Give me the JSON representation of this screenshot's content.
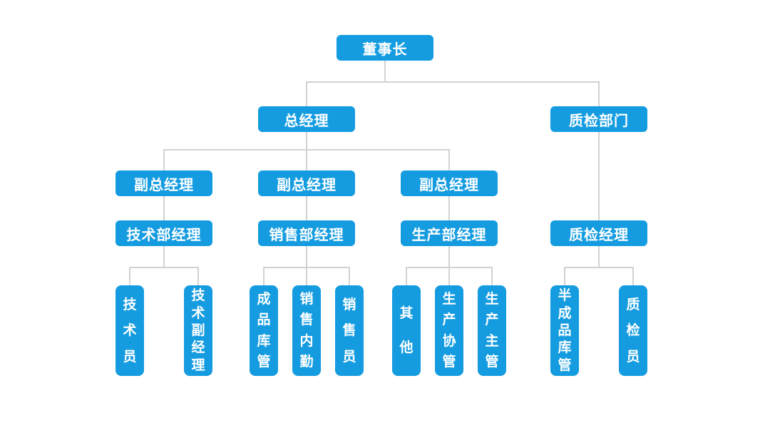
{
  "colors": {
    "node_fill": "#159CE0",
    "node_text": "#FFFFFF",
    "connector": "#D2D2D2",
    "background": "#FFFFFF"
  },
  "org_chart": {
    "type": "organization-chart",
    "nodes": {
      "chairman": {
        "label": "董事长"
      },
      "general_manager": {
        "label": "总经理"
      },
      "qc_department": {
        "label": "质检部门"
      },
      "deputy_gm_tech": {
        "label": "副总经理"
      },
      "deputy_gm_sales": {
        "label": "副总经理"
      },
      "deputy_gm_production": {
        "label": "副总经理"
      },
      "tech_dept_manager": {
        "label": "技术部经理"
      },
      "sales_dept_manager": {
        "label": "销售部经理"
      },
      "production_dept_manager": {
        "label": "生产部经理"
      },
      "qc_manager": {
        "label": "质检经理"
      },
      "technician": {
        "label": "技术员"
      },
      "tech_deputy_manager": {
        "label": "技术副经理"
      },
      "finished_goods_keeper": {
        "label": "成品库管"
      },
      "sales_office_support": {
        "label": "销售内勤"
      },
      "salesperson": {
        "label": "销售员"
      },
      "other": {
        "label": "其他"
      },
      "production_co_supervisor": {
        "label": "生产协管"
      },
      "production_supervisor": {
        "label": "生产主管"
      },
      "semi_finished_goods_keeper": {
        "label": "半成品库管"
      },
      "qc_inspector": {
        "label": "质检员"
      }
    },
    "hierarchy": {
      "chairman": [
        "general_manager",
        "qc_department"
      ],
      "general_manager": [
        "deputy_gm_tech",
        "deputy_gm_sales",
        "deputy_gm_production"
      ],
      "qc_department": [
        "qc_manager"
      ],
      "deputy_gm_tech": [
        "tech_dept_manager"
      ],
      "deputy_gm_sales": [
        "sales_dept_manager"
      ],
      "deputy_gm_production": [
        "production_dept_manager"
      ],
      "tech_dept_manager": [
        "technician",
        "tech_deputy_manager"
      ],
      "sales_dept_manager": [
        "finished_goods_keeper",
        "sales_office_support",
        "salesperson"
      ],
      "production_dept_manager": [
        "other",
        "production_co_supervisor",
        "production_supervisor"
      ],
      "qc_manager": [
        "semi_finished_goods_keeper",
        "qc_inspector"
      ]
    }
  }
}
